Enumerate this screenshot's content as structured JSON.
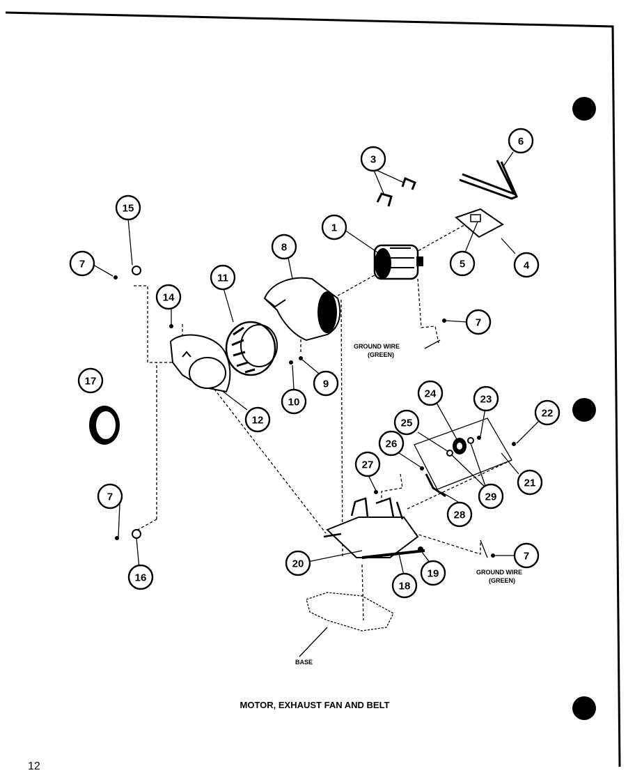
{
  "title": "MOTOR, EXHAUST FAN AND BELT",
  "page_number": "12",
  "labels": {
    "ground_wire_1": "GROUND WIRE",
    "ground_wire_1_color": "(GREEN)",
    "ground_wire_2": "GROUND WIRE",
    "ground_wire_2_color": "(GREEN)",
    "base": "BASE"
  },
  "callouts": [
    {
      "id": "c1",
      "number": "1"
    },
    {
      "id": "c3",
      "number": "3"
    },
    {
      "id": "c4",
      "number": "4"
    },
    {
      "id": "c5",
      "number": "5"
    },
    {
      "id": "c6",
      "number": "6"
    },
    {
      "id": "c7a",
      "number": "7"
    },
    {
      "id": "c7b",
      "number": "7"
    },
    {
      "id": "c7c",
      "number": "7"
    },
    {
      "id": "c7d",
      "number": "7"
    },
    {
      "id": "c8",
      "number": "8"
    },
    {
      "id": "c9",
      "number": "9"
    },
    {
      "id": "c10",
      "number": "10"
    },
    {
      "id": "c11",
      "number": "11"
    },
    {
      "id": "c12",
      "number": "12"
    },
    {
      "id": "c14",
      "number": "14"
    },
    {
      "id": "c15",
      "number": "15"
    },
    {
      "id": "c16",
      "number": "16"
    },
    {
      "id": "c17",
      "number": "17"
    },
    {
      "id": "c18",
      "number": "18"
    },
    {
      "id": "c19",
      "number": "19"
    },
    {
      "id": "c20",
      "number": "20"
    },
    {
      "id": "c21",
      "number": "21"
    },
    {
      "id": "c22",
      "number": "22"
    },
    {
      "id": "c23",
      "number": "23"
    },
    {
      "id": "c24",
      "number": "24"
    },
    {
      "id": "c25",
      "number": "25"
    },
    {
      "id": "c26",
      "number": "26"
    },
    {
      "id": "c27",
      "number": "27"
    },
    {
      "id": "c28",
      "number": "28"
    },
    {
      "id": "c29",
      "number": "29"
    }
  ]
}
